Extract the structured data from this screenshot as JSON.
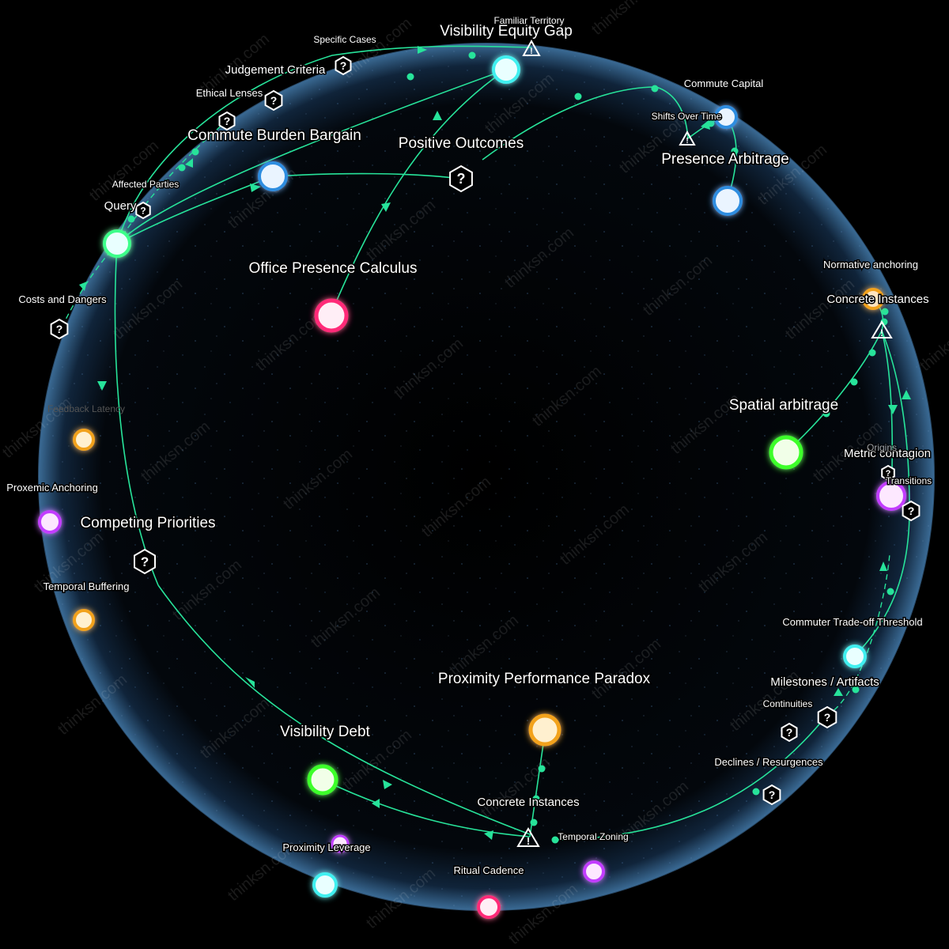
{
  "watermark": "thinksn.com",
  "colors": {
    "edge": "#27e39a",
    "cyan": "#3ff0f0",
    "blue": "#2f8de0",
    "pink": "#ff2a78",
    "orange": "#f2a21a",
    "green": "#3cff2a",
    "purple": "#c23cff",
    "sphere_rim": "#2f5a80"
  },
  "nodes": {
    "visibility_equity_gap": "Visibility Equity Gap",
    "commute_capital": "Commute Capital",
    "presence_arbitrage": "Presence Arbitrage",
    "commute_burden_bargain": "Commute Burden Bargain",
    "positive_outcomes": "Positive Outcomes",
    "office_presence_calculus": "Office Presence Calculus",
    "normative_anchoring": "Normative anchoring",
    "concrete_instances_right": "Concrete Instances",
    "spatial_arbitrage": "Spatial arbitrage",
    "metric_contagion": "Metric contagion",
    "proxemic_anchoring": "Proxemic Anchoring",
    "competing_priorities": "Competing Priorities",
    "temporal_buffering": "Temporal Buffering",
    "commuter_tradeoff_threshold": "Commuter Trade-off Threshold",
    "proximity_performance_paradox": "Proximity Performance Paradox",
    "milestones_artifacts": "Milestones / Artifacts",
    "visibility_debt": "Visibility Debt",
    "declines_resurgences": "Declines / Resurgences",
    "concrete_instances_bottom": "Concrete Instances",
    "temporal_zoning": "Temporal Zoning",
    "proximity_leverage": "Proximity Leverage",
    "ritual_cadence": "Ritual Cadence"
  },
  "markers": {
    "familiar_territory": "Familiar Territory",
    "specific_cases": "Specific Cases",
    "judgement_criteria": "Judgement Criteria",
    "ethical_lenses": "Ethical Lenses",
    "shifts_over_time": "Shifts Over Time",
    "affected_parties": "Affected Parties",
    "query": "Query",
    "costs_and_dangers": "Costs and Dangers",
    "feedback_latency": "Feedback Latency",
    "origins": "Origins",
    "transitions": "Transitions",
    "continuities": "Continuities"
  }
}
